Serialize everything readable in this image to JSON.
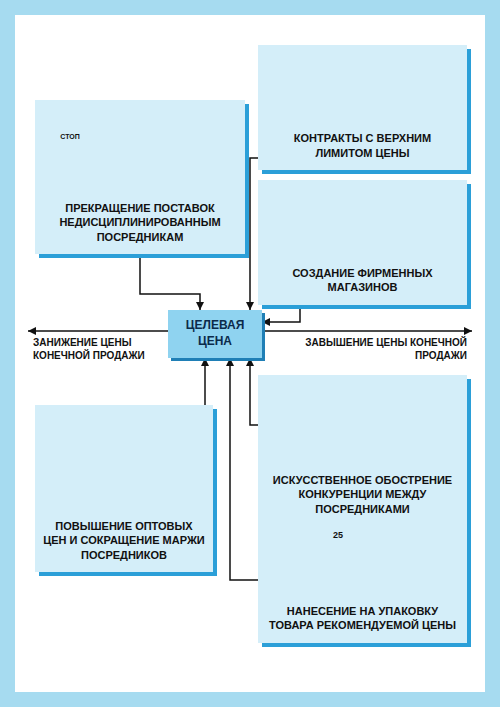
{
  "diagram": {
    "nodes": [
      {
        "text": [
          "КОНТРАКТЫ С ВЕРХНИМ ЛИМИТОМ ЦЕНЫ"
        ]
      },
      {
        "text": [
          "ПРЕКРАЩЕНИЕ ПОСТАВОК НЕДИСЦИПЛИНИРОВАННЫМ ПОСРЕДНИКАМ"
        ]
      },
      {
        "text": [
          "СОЗДАНИЕ ФИРМЕННЫХ МАГАЗИНОВ"
        ]
      },
      {
        "text": [
          "ЦЕЛЕВАЯ ЦЕНА"
        ]
      },
      {
        "text": [
          "ИСКУССТВЕННОЕ ОБОСТРЕНИЕ КОНКУРЕНЦИИ МЕЖДУ ПОСРЕДНИКАМИ"
        ]
      },
      {
        "text": [
          "ПОВЫШЕНИЕ ОПТОВЫХ ЦЕН И СОКРАЩЕНИЕ МАРЖИ ПОСРЕДНИКОВ"
        ]
      },
      {
        "text": [
          "НАНЕСЕНИЕ НА УПАКОВКУ ТОВАРА РЕКОМЕНДУЕМОЙ ЦЕНЫ"
        ]
      }
    ],
    "edges": [
      {
        "from": 0,
        "to": 3,
        "arrow": "to"
      },
      {
        "from": 1,
        "to": 3,
        "arrow": "to"
      },
      {
        "from": 2,
        "to": 3,
        "arrow": "to"
      },
      {
        "from": 4,
        "to": 3,
        "arrow": "to"
      },
      {
        "from": 5,
        "to": 3,
        "arrow": "to"
      },
      {
        "from": 6,
        "to": 3,
        "arrow": "to"
      }
    ],
    "labels": [
      "СТОП",
      "25",
      "ЗАНИЖЕНИЕ ЦЕНЫ КОНЕЧНОЙ ПРОДАЖИ",
      "ЗАВЫШЕНИЕ ЦЕНЫ КОНЕЧНОЙ ПРОДАЖИ"
    ]
  }
}
